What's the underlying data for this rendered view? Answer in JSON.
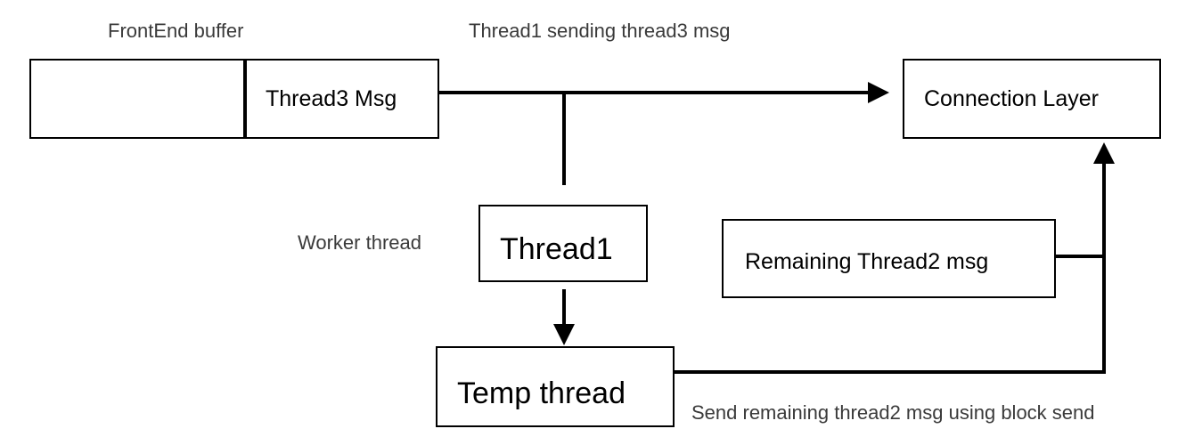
{
  "captions": {
    "frontend_buffer": "FrontEnd buffer",
    "thread1_sending": "Thread1 sending thread3 msg",
    "worker_thread": "Worker thread",
    "block_send": "Send remaining thread2 msg using block send"
  },
  "boxes": {
    "thread3_msg": "Thread3 Msg",
    "connection_layer": "Connection Layer",
    "thread1": "Thread1",
    "remaining_thread2": "Remaining Thread2 msg",
    "temp_thread": "Temp thread"
  },
  "colors": {
    "line": "#000000",
    "caption_text": "#3a3a3a"
  }
}
